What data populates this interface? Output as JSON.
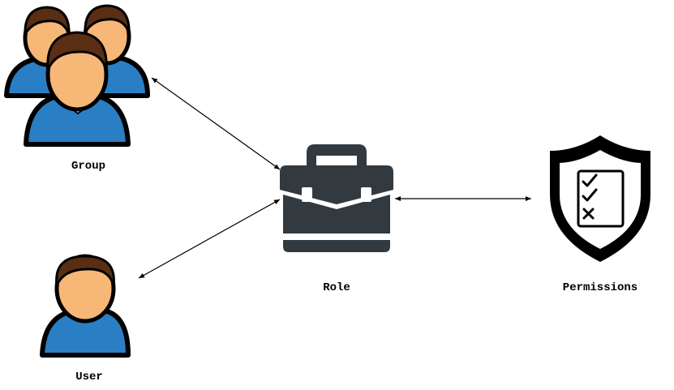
{
  "nodes": {
    "group": {
      "label": "Group",
      "icon": "group-users-icon"
    },
    "user": {
      "label": "User",
      "icon": "user-icon"
    },
    "role": {
      "label": "Role",
      "icon": "briefcase-icon"
    },
    "permissions": {
      "label": "Permissions",
      "icon": "shield-checklist-icon"
    }
  },
  "edges": [
    {
      "from": "Group",
      "to": "Role",
      "arrows": "both"
    },
    {
      "from": "User",
      "to": "Role",
      "arrows": "both"
    },
    {
      "from": "Role",
      "to": "Permissions",
      "arrows": "both"
    }
  ],
  "colors": {
    "shirt": "#2a7fc4",
    "skin": "#f7b777",
    "hair": "#5a2e14",
    "outline": "#000000",
    "briefcase": "#323a40",
    "shield": "#000000",
    "arrow": "#000000"
  }
}
